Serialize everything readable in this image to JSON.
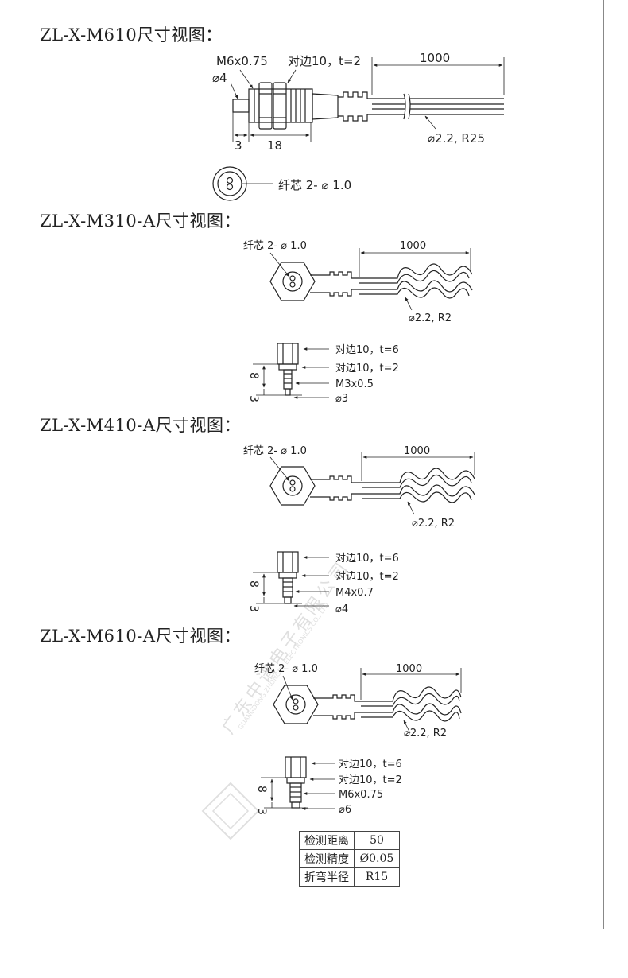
{
  "sections": [
    {
      "title": "ZL-X-M610尺寸视图：",
      "labels": {
        "dia_tip": "⌀4",
        "thread": "M6x0.75",
        "hex": "对边10，t=2",
        "length": "1000",
        "dim_a": "3",
        "dim_b": "18",
        "cable": "⌀2.2, R25",
        "core": "纤芯 2- ⌀ 1.0"
      }
    },
    {
      "title": "ZL-X-M310-A尺寸视图：",
      "labels": {
        "core": "纤芯 2- ⌀ 1.0",
        "length": "1000",
        "cable": "⌀2.2, R2",
        "hex1": "对边10，t=6",
        "hex2": "对边10，t=2",
        "thread": "M3x0.5",
        "tip": "⌀3",
        "dim8": "8",
        "dim3": "3"
      }
    },
    {
      "title": "ZL-X-M410-A尺寸视图：",
      "labels": {
        "core": "纤芯 2- ⌀ 1.0",
        "length": "1000",
        "cable": "⌀2.2, R2",
        "hex1": "对边10，t=6",
        "hex2": "对边10，t=2",
        "thread": "M4x0.7",
        "tip": "⌀4",
        "dim8": "8",
        "dim3": "3"
      }
    },
    {
      "title": "ZL-X-M610-A尺寸视图：",
      "labels": {
        "core": "纤芯 2- ⌀ 1.0",
        "length": "1000",
        "cable": "⌀2.2, R2",
        "hex1": "对边10，t=6",
        "hex2": "对边10，t=2",
        "thread": "M6x0.75",
        "tip": "⌀6",
        "dim8": "8",
        "dim3": "3"
      }
    }
  ],
  "spec_table": [
    {
      "key": "检测距离",
      "value": "50"
    },
    {
      "key": "检测精度",
      "value": "Ø0.05"
    },
    {
      "key": "折弯半径",
      "value": "R15"
    }
  ],
  "watermark": {
    "cn": "广东中谱电子有限公司",
    "en": "GUANGDONG ZHONGPU ELECTRONICS CO., LTD"
  }
}
